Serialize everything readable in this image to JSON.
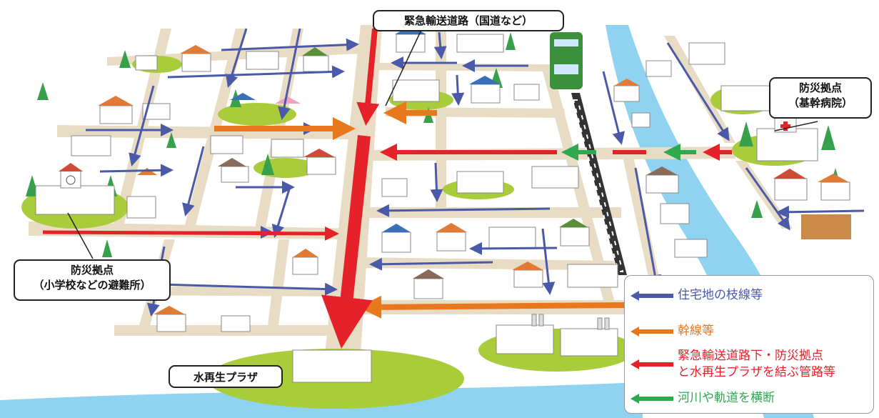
{
  "callouts": {
    "emergency_road": "緊急輸送道路（国道など）",
    "hospital_line1": "防災拠点",
    "hospital_line2": "（基幹病院）",
    "school_line1": "防災拠点",
    "school_line2": "（小学校などの避難所）",
    "plaza": "水再生プラザ"
  },
  "legend": {
    "items": [
      {
        "label": "住宅地の枝線等",
        "color": "#4a5aa8"
      },
      {
        "label": "幹線等",
        "color": "#e8781e"
      },
      {
        "label": "緊急輸送道路下・防災拠点",
        "label2": "と水再生プラザを結ぶ管路等",
        "color": "#e5222a"
      },
      {
        "label": "河川や軌道を横断",
        "color": "#2fa84f"
      }
    ]
  },
  "colors": {
    "road": "#e9dcc4",
    "river": "#8fd3f1",
    "grass": "#a8cc3a",
    "branch": "#4a5aa8",
    "trunk": "#e8781e",
    "emergency": "#e5222a",
    "crossing": "#2fa84f"
  }
}
